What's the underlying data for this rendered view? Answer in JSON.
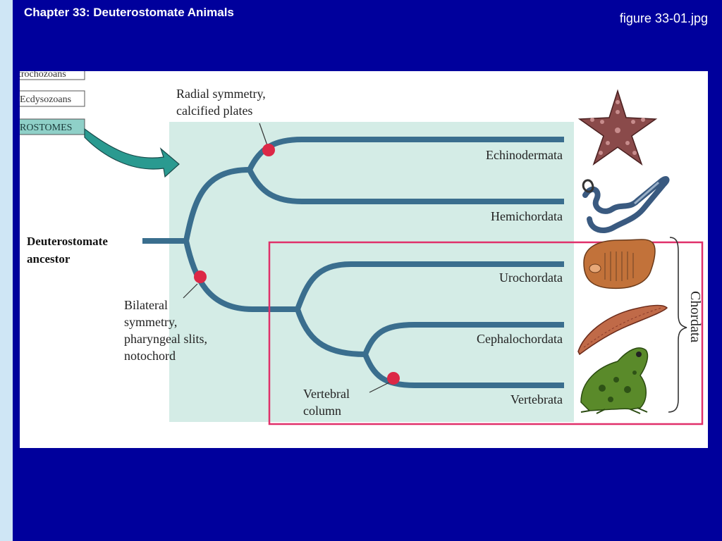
{
  "slide": {
    "title": "Chapter 33: Deuterostomate Animals",
    "figure_name": "figure 33-01.jpg"
  },
  "colors": {
    "background": "#00009c",
    "strip": "#cfe6f5",
    "shade": "#d4ece6",
    "branch": "#3a6e8e",
    "node": "#dc2846",
    "chordata_box": "#e0306a",
    "arrow": "#2a9a90",
    "label_box_fill": "#8fd0c8"
  },
  "legend_boxes": {
    "lophotrochozoans": "trochozoans",
    "ecdysozoans": "Ecdysozoans",
    "deuterostomes": "ROSTOMES"
  },
  "root_label": {
    "line1": "Deuterostomate",
    "line2": "ancestor"
  },
  "taxa": {
    "echinodermata": "Echinodermata",
    "hemichordata": "Hemichordata",
    "urochordata": "Urochordata",
    "cephalochordata": "Cephalochordata",
    "vertebrata": "Vertebrata"
  },
  "traits": {
    "radial": {
      "line1": "Radial symmetry,",
      "line2": "calcified plates"
    },
    "bilateral": {
      "line1": "Bilateral",
      "line2": "symmetry,",
      "line3": "pharyngeal slits,",
      "line4": "notochord"
    },
    "vertebral": {
      "line1": "Vertebral",
      "line2": "column"
    }
  },
  "group_label": "Chordata",
  "icons": {
    "echinodermata": "starfish-icon",
    "hemichordata": "acorn-worm-icon",
    "urochordata": "sea-squirt-icon",
    "cephalochordata": "lancelet-icon",
    "vertebrata": "frog-icon"
  }
}
